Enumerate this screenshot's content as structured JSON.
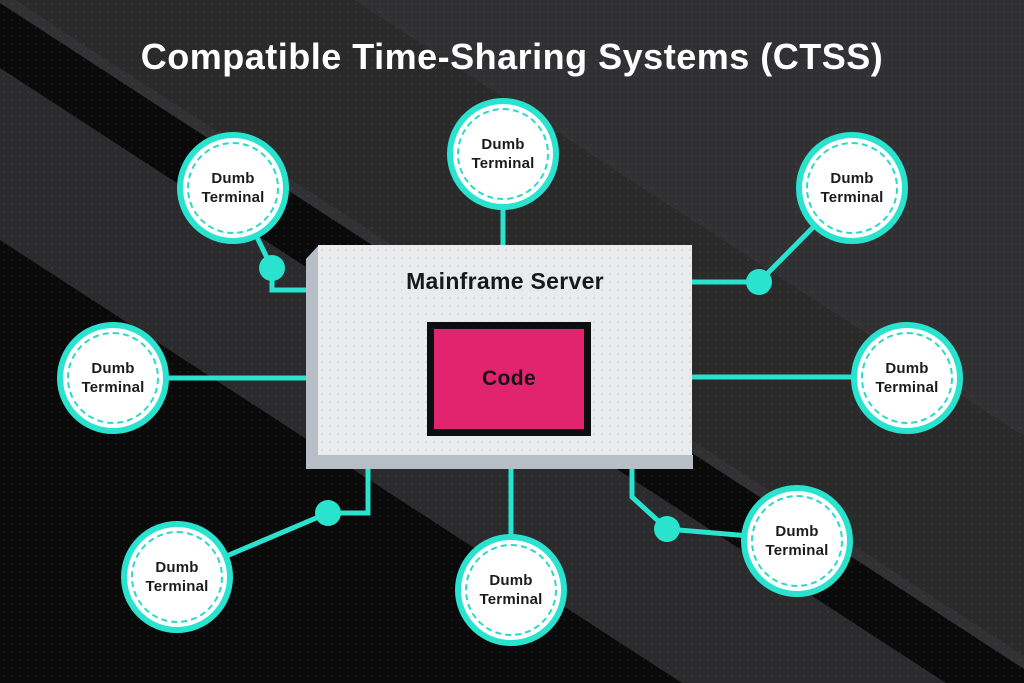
{
  "title": "Compatible Time-Sharing Systems (CTSS)",
  "mainframe": {
    "label": "Mainframe Server",
    "code_label": "Code"
  },
  "terminals": [
    {
      "id": "top-left",
      "label": "Dumb Terminal"
    },
    {
      "id": "top-center",
      "label": "Dumb Terminal"
    },
    {
      "id": "top-right",
      "label": "Dumb Terminal"
    },
    {
      "id": "left",
      "label": "Dumb Terminal"
    },
    {
      "id": "right",
      "label": "Dumb Terminal"
    },
    {
      "id": "bottom-left",
      "label": "Dumb Terminal"
    },
    {
      "id": "bottom-center",
      "label": "Dumb Terminal"
    },
    {
      "id": "bottom-right",
      "label": "Dumb Terminal"
    }
  ],
  "colors": {
    "accent_teal": "#2ae3ce",
    "code_pink": "#e2246e",
    "background_gray": "#313133",
    "background_black": "#0a0a0b",
    "box_face": "#e9ebed",
    "box_bevel": "#b8bec6",
    "title_text": "#ffffff",
    "dark_text": "#17181a"
  }
}
